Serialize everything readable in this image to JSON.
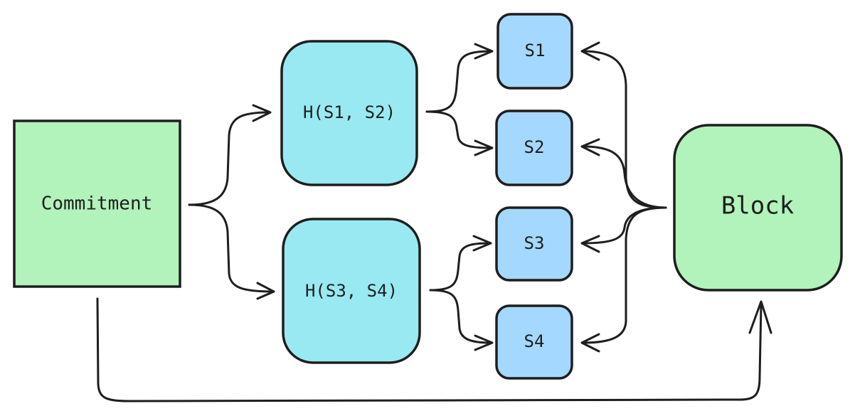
{
  "nodes": {
    "commitment": {
      "label": "Commitment"
    },
    "hash_s1_s2": {
      "label": "H(S1, S2)"
    },
    "hash_s3_s4": {
      "label": "H(S3, S4)"
    },
    "s1": {
      "label": "S1"
    },
    "s2": {
      "label": "S2"
    },
    "s3": {
      "label": "S3"
    },
    "s4": {
      "label": "S4"
    },
    "block": {
      "label": "Block"
    }
  },
  "colors": {
    "commitment_fill": "#b2f2bb",
    "hash_fill": "#99e9f2",
    "leaf_fill": "#a5d8ff",
    "block_fill": "#b2f2bb",
    "stroke": "#1e1e1e"
  }
}
